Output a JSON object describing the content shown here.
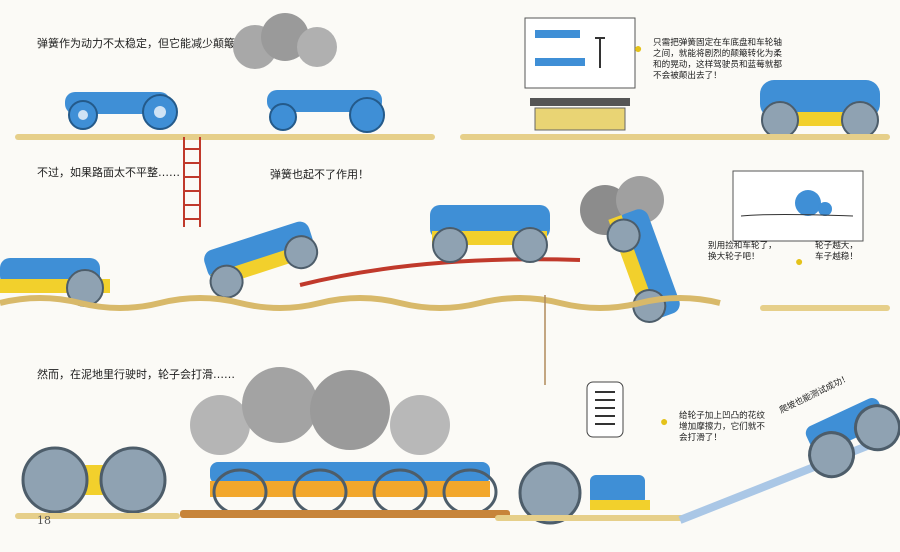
{
  "page_number": "18",
  "panels": [
    {
      "caption": "弹簧作为动力不太稳定，但它能减少颠簸。",
      "note": [
        "只需把弹簧固定在车底盘和车轮轴",
        "之间，就能将剧烈的颠簸转化为柔",
        "和的晃动，这样驾驶员和蓝莓就都",
        "不会被颠出去了！"
      ]
    },
    {
      "caption": "不过，如果路面太不平整……",
      "caption2": "弹簧也起不了作用！",
      "note": [
        "别用捡和车轮了，",
        "换大轮子吧！"
      ],
      "note2": [
        "轮子越大，",
        "车子越稳！"
      ]
    },
    {
      "caption": "然而，在泥地里行驶时，轮子会打滑……",
      "note": [
        "给轮子加上凹凸的花纹",
        "增加摩擦力，它们就不",
        "会打滑了！"
      ],
      "slope_text": "爬坡也能测试成功！"
    }
  ],
  "colors": {
    "tractor_blue": "#3f8fd6",
    "tractor_yellow": "#f2d02c",
    "wheel_gray": "#8fa2b2",
    "smoke": "#9a9a9a",
    "rail_red": "#c0392b",
    "mud": "#d9a441"
  }
}
